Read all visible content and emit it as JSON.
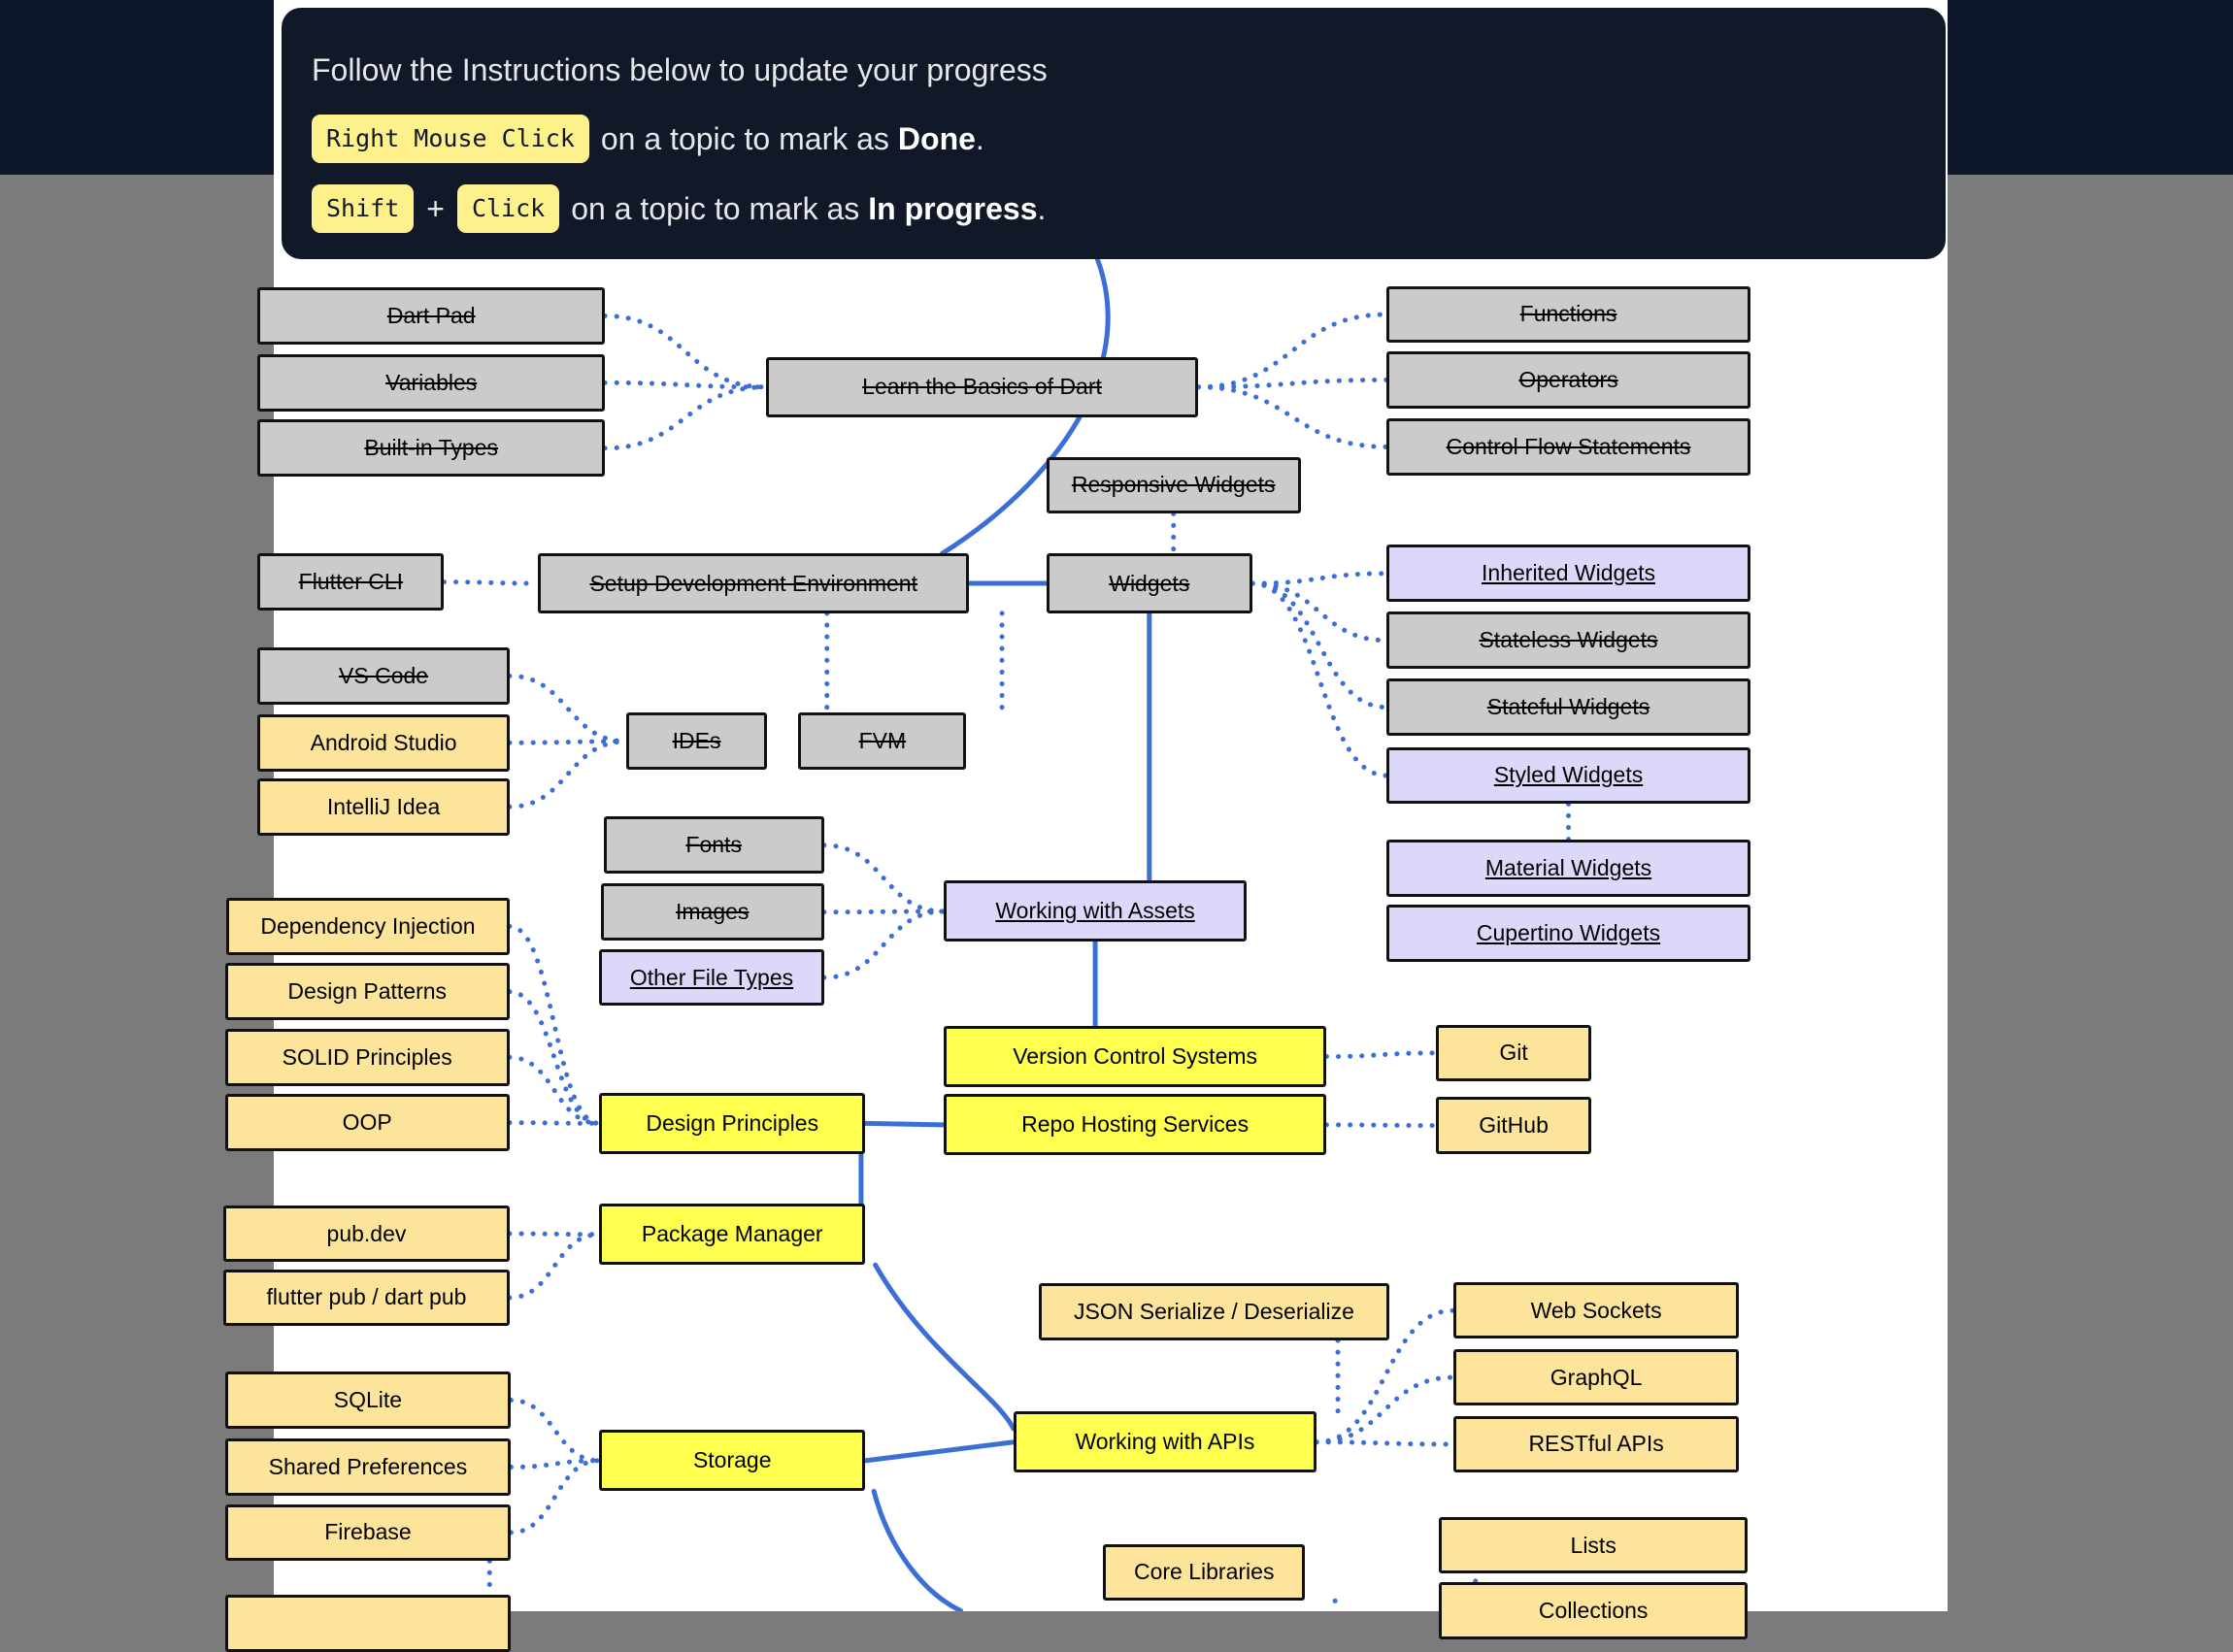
{
  "instructions": {
    "heading": "Follow the Instructions below to update your progress",
    "line1": {
      "key": "Right Mouse Click",
      "text": "on a topic to mark as",
      "status": "Done",
      "end": "."
    },
    "line2": {
      "key1": "Shift",
      "plus": "+",
      "key2": "Click",
      "text": "on a topic to mark as",
      "status": "In progress",
      "end": "."
    }
  },
  "colors": {
    "done": "#cbcbcb",
    "in_progress": "#dcd8fa",
    "pending": "#fce59a",
    "main_topic": "#ffff4f",
    "connector": "#3b6fd6",
    "panel": "#111827",
    "key_bg": "#fef08a"
  },
  "nodes": [
    {
      "id": "n1",
      "label": "Dart Pad",
      "status": "done"
    },
    {
      "id": "n2",
      "label": "Variables",
      "status": "done"
    },
    {
      "id": "n3",
      "label": "Built-in Types",
      "status": "done"
    },
    {
      "id": "n4",
      "label": "Learn the Basics of Dart",
      "status": "done"
    },
    {
      "id": "n5",
      "label": "Functions",
      "status": "done"
    },
    {
      "id": "n6",
      "label": "Operators",
      "status": "done"
    },
    {
      "id": "n7",
      "label": "Control Flow Statements",
      "status": "done"
    },
    {
      "id": "n8",
      "label": "Responsive Widgets",
      "status": "done"
    },
    {
      "id": "n9",
      "label": "Flutter CLI",
      "status": "done"
    },
    {
      "id": "n10",
      "label": "Setup Development Environment",
      "status": "done"
    },
    {
      "id": "n11",
      "label": "Widgets",
      "status": "done"
    },
    {
      "id": "n12",
      "label": "Inherited Widgets",
      "status": "in_progress"
    },
    {
      "id": "n13",
      "label": "Stateless Widgets",
      "status": "done"
    },
    {
      "id": "n14",
      "label": "Stateful Widgets",
      "status": "done"
    },
    {
      "id": "n15",
      "label": "Styled Widgets",
      "status": "in_progress"
    },
    {
      "id": "n16",
      "label": "VS Code",
      "status": "done"
    },
    {
      "id": "n17",
      "label": "Android Studio",
      "status": "pending"
    },
    {
      "id": "n18",
      "label": "IntelliJ Idea",
      "status": "pending"
    },
    {
      "id": "n19",
      "label": "IDEs",
      "status": "done"
    },
    {
      "id": "n20",
      "label": "FVM",
      "status": "done"
    },
    {
      "id": "n21",
      "label": "Material Widgets",
      "status": "in_progress"
    },
    {
      "id": "n22",
      "label": "Cupertino Widgets",
      "status": "in_progress"
    },
    {
      "id": "n23",
      "label": "Fonts",
      "status": "done"
    },
    {
      "id": "n24",
      "label": "Images",
      "status": "done"
    },
    {
      "id": "n25",
      "label": "Other File Types",
      "status": "in_progress"
    },
    {
      "id": "n26",
      "label": "Working with Assets",
      "status": "in_progress"
    },
    {
      "id": "n27",
      "label": "Dependency Injection",
      "status": "pending"
    },
    {
      "id": "n28",
      "label": "Design Patterns",
      "status": "pending"
    },
    {
      "id": "n29",
      "label": "SOLID Principles",
      "status": "pending"
    },
    {
      "id": "n30",
      "label": "OOP",
      "status": "pending"
    },
    {
      "id": "n31",
      "label": "Design Principles",
      "status": "main"
    },
    {
      "id": "n32",
      "label": "Version Control Systems",
      "status": "main"
    },
    {
      "id": "n33",
      "label": "Repo Hosting Services",
      "status": "main"
    },
    {
      "id": "n34",
      "label": "Git",
      "status": "pending"
    },
    {
      "id": "n35",
      "label": "GitHub",
      "status": "pending"
    },
    {
      "id": "n36",
      "label": "pub.dev",
      "status": "pending"
    },
    {
      "id": "n37",
      "label": "flutter pub / dart pub",
      "status": "pending"
    },
    {
      "id": "n38",
      "label": "Package Manager",
      "status": "main"
    },
    {
      "id": "n39",
      "label": "JSON Serialize / Deserialize",
      "status": "pending"
    },
    {
      "id": "n40",
      "label": "Web Sockets",
      "status": "pending"
    },
    {
      "id": "n41",
      "label": "GraphQL",
      "status": "pending"
    },
    {
      "id": "n42",
      "label": "RESTful APIs",
      "status": "pending"
    },
    {
      "id": "n43",
      "label": "SQLite",
      "status": "pending"
    },
    {
      "id": "n44",
      "label": "Shared Preferences",
      "status": "pending"
    },
    {
      "id": "n45",
      "label": "Firebase",
      "status": "pending"
    },
    {
      "id": "n46",
      "label": "Storage",
      "status": "main"
    },
    {
      "id": "n47",
      "label": "Working with APIs",
      "status": "main"
    },
    {
      "id": "n48",
      "label": "Core Libraries",
      "status": "pending"
    },
    {
      "id": "n49",
      "label": "Lists",
      "status": "pending"
    },
    {
      "id": "n50",
      "label": "Collections",
      "status": "pending"
    },
    {
      "id": "n51",
      "label": "",
      "status": "pending"
    }
  ]
}
